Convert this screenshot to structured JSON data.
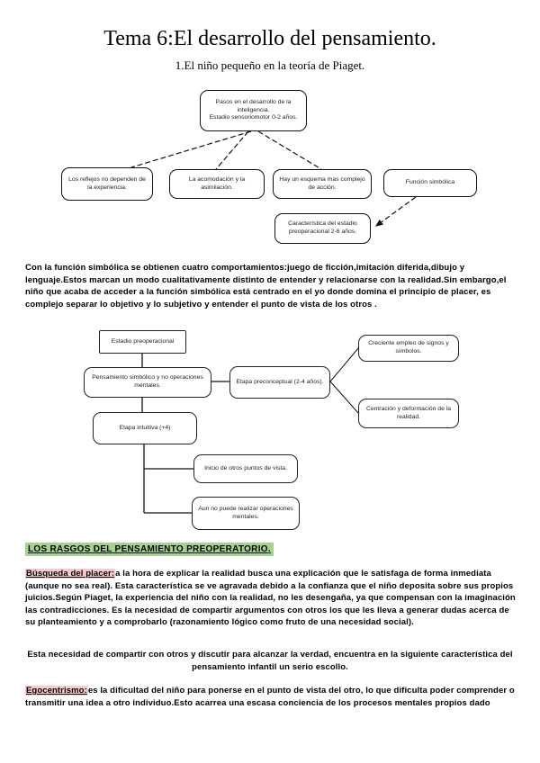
{
  "page": {
    "title": "Tema 6:El desarrollo del pensamiento.",
    "subtitle": "1.El niño pequeño en la teoría de Piaget."
  },
  "colors": {
    "green_highlight": "#a6d28f",
    "pink_highlight": "#f5cccb"
  },
  "diagram1": {
    "root": {
      "line1": "Pasos en el desarrollo de la inteligencia.",
      "line2": "Estadio sensoriomotor 0-2 años."
    },
    "reflexes": "Los reflejos no dependen de la experiencia.",
    "accommodation": "La acomodación y la asimilación.",
    "schema": "Hay un esquema mas complejo de acción.",
    "symbolic": "Función simbólica",
    "characteristic": "Característica del estadio preoperacional 2-6 años."
  },
  "intro_paragraph": "Con la función simbólica se obtienen cuatro comportamientos:juego de ficción,imitación diferida,dibujo y lenguaje.Estos marcan un modo cualitativamente distinto de entender y relacionarse con la realidad.Sin embargo,el niño que acaba de acceder a la función simbólica está centrado en el yo donde domina el principio de placer, es complejo separar lo objetivo y lo subjetivo y entender el punto de vista de los otros .",
  "diagram2": {
    "preoperational_stage": "Estadio preoperacional",
    "symbolic_thought": "Pensamiento simbólico y no operaciones mentales.",
    "preconceptual": "Etapa preconceptual (2-4 años).",
    "signs": "Creciente empleo de signos y símbolos.",
    "centration": "Centración y deformación de la realidad.",
    "intuitive": "Etapa intuitiva (+4)",
    "viewpoints": "Inicio de otros puntos de vista.",
    "no_operations": "Aun no puede realizar operaciones mentales."
  },
  "section_heading": "LOS RASGOS DEL PENSAMIENTO PREOPERATORIO.",
  "pleasure": {
    "lead": "Búsqueda del placer:",
    "text": "a la hora de explicar la realidad busca una explicación que le satisfaga de forma inmediata (aunque no sea real). Esta característica se ve agravada debido a la confianza que el niño deposita sobre sus propios juicios.Según Piaget, la experiencia del niño con la realidad, no les desengaña, ya que compensan con la imaginación las contradicciones. Es la necesidad de compartir argumentos con otros los que les lleva a generar dudas acerca de su planteamiento y a comprobarlo (razonamiento lógico como fruto de una necesidad social)."
  },
  "bridge_paragraph": "Esta necesidad de compartir con otros y discutir para alcanzar la verdad, encuentra en la siguiente característica del pensamiento infantil un serio escollo.",
  "egocentrism": {
    "lead": "Egocentrismo:",
    "text": "es la dificultad del niño para ponerse en el punto de vista del otro, lo que dificulta poder comprender o transmitir una idea a otro individuo.Esto acarrea una escasa conciencia de los procesos mentales propios dado"
  }
}
